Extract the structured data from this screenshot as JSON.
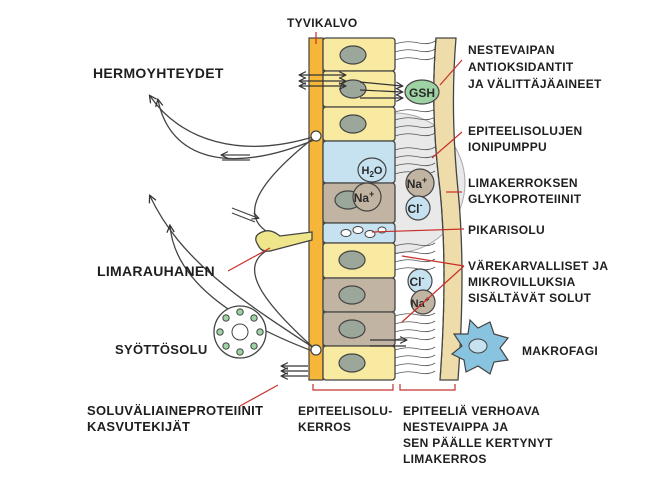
{
  "labels": {
    "tyvikalvo": "TYVIKALVO",
    "hermoyhteydet": "HERMOYHTEYDET",
    "limarauhanen": "LIMARAUHANEN",
    "syottosolu": "SYÖTTÖSOLU",
    "soluvaliaine": [
      "SOLUVÄLIAINEPROTEIINIT",
      "KASVUTEKIJÄT"
    ],
    "nestevaippa": [
      "NESTEVAIPAN",
      "ANTIOKSIDANTIT",
      "JA VÄLITTÄJÄAINEET"
    ],
    "ionipumppu": [
      "EPITEELISOLUJEN",
      "IONIPUMPPU"
    ],
    "glykoproteiinit": [
      "LIMAKERROKSEN",
      "GLYKOPROTEIINIT"
    ],
    "pikarisolu": "PIKARISOLU",
    "varekarvalliset": [
      "VÄREKARVALLISET JA",
      "MIKROVILLUKSIA",
      "SISÄLTÄVÄT SOLUT"
    ],
    "makrofagi": "MAKROFAGI",
    "epiteelisolukerros": [
      "EPITEELISOLU-",
      "KERROS"
    ],
    "verhoava": [
      "EPITEELIÄ VERHOAVA",
      "NESTEVAIPPA JA",
      "SEN PÄÄLLE KERTYNYT",
      "LIMAKERROS"
    ]
  },
  "molecules": {
    "gsh": "GSH",
    "h2o_main": "H",
    "h2o_sub": "2",
    "h2o_end": "O",
    "na": "Na",
    "cl": "Cl",
    "plus": "+",
    "minus": "-"
  },
  "colors": {
    "basement": "#f5b63a",
    "cell_yellow": "#f8eaa0",
    "cell_brown": "#c2b4a2",
    "cell_blue": "#c6e2f0",
    "nucleus": "#9aa79a",
    "mucus": "#eedcaa",
    "gsh": "#9ed1a3",
    "ion_blue": "#c6e2f0",
    "ion_brown": "#c2b4a2",
    "red_line": "#c8302c",
    "macrophage": "#88c3e0",
    "pump_circle": "#e6e6e6"
  }
}
